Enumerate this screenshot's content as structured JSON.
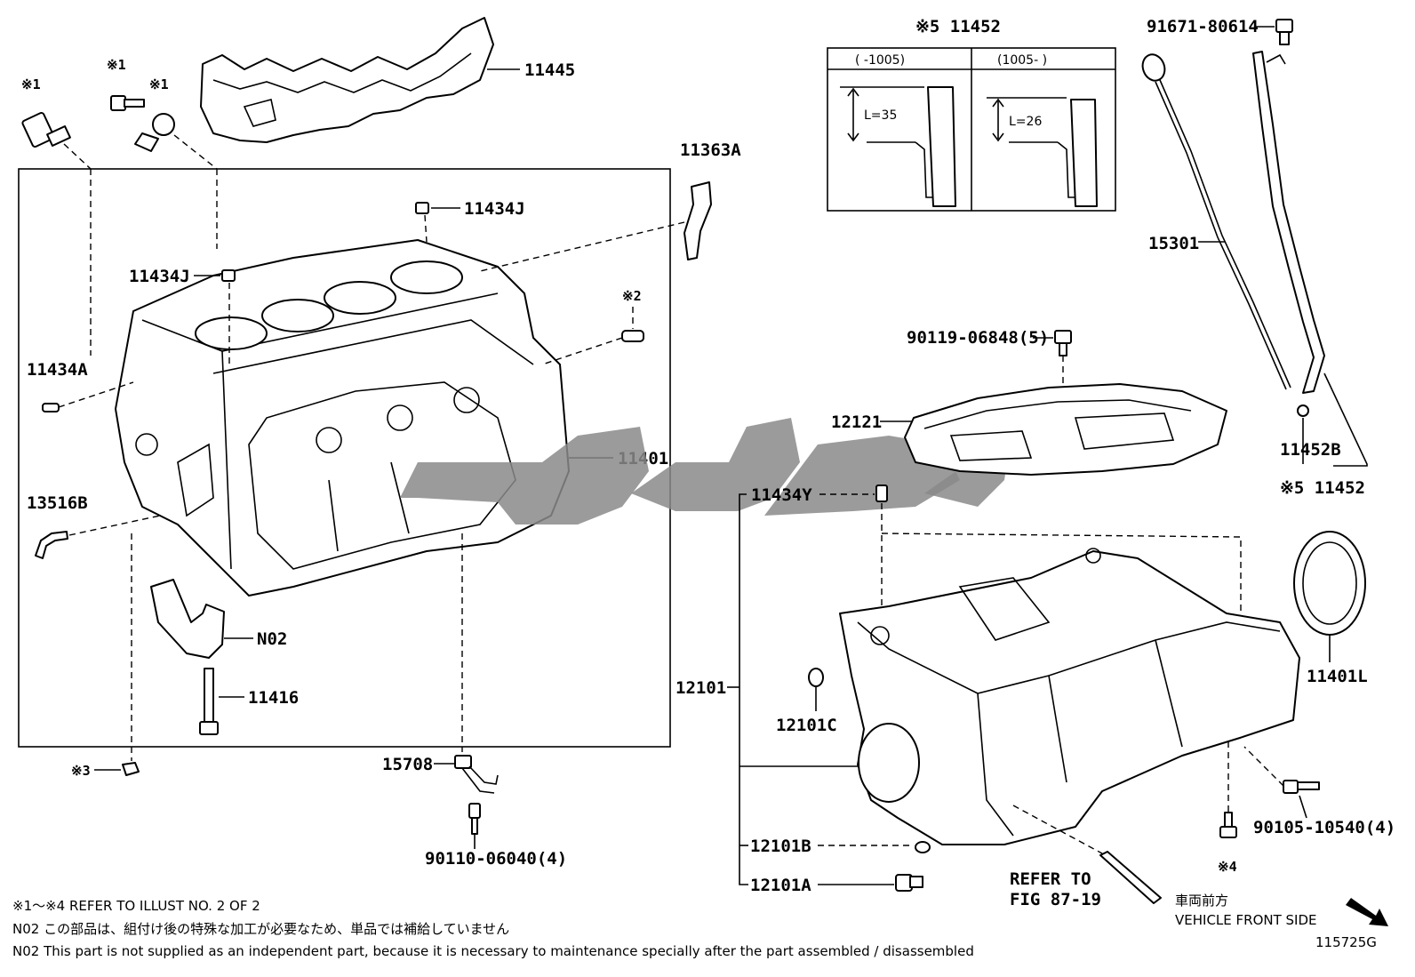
{
  "diagram_id": "115725G",
  "callouts": {
    "p11445": "11445",
    "p11363a": "11363A",
    "p11434j_top": "11434J",
    "p11434j_left": "11434J",
    "p11434a": "11434A",
    "p11401": "11401",
    "p13516b": "13516B",
    "n02": "N02",
    "p11416": "11416",
    "p15708": "15708",
    "p90110": "90110-06040(4)",
    "ref1_a": "※1",
    "ref1_b": "※1",
    "ref1_c": "※1",
    "ref2": "※2",
    "ref3": "※3",
    "ref4": "※4",
    "p11452_top": "※5 11452",
    "inset_col1": "(      -1005)",
    "inset_col2": "(1005-      )",
    "inset_dim1": "L=35",
    "inset_dim2": "L=26",
    "p91671": "91671-80614",
    "p15301": "15301",
    "p90119": "90119-06848(5)",
    "p12121": "12121",
    "p11452b": "11452B",
    "p11452_bot": "※5 11452",
    "p11434y": "11434Y",
    "p12101": "12101",
    "p12101c": "12101C",
    "p11401l": "11401L",
    "p12101b": "12101B",
    "p12101a": "12101A",
    "p90105": "90105-10540(4)",
    "refer_to": "REFER TO",
    "refer_fig": "FIG 87-19",
    "front_jp": "車両前方",
    "front_en": "VEHICLE FRONT SIDE"
  },
  "notes": {
    "line1": "※1～※4  REFER TO ILLUST NO. 2 OF 2",
    "line2": "N02  この部品は、組付け後の特殊な加工が必要なため、単品では補給していません",
    "line3": "N02  This part is not supplied as an independent part, because it is necessary to maintenance specially after the part assembled / disassembled"
  }
}
